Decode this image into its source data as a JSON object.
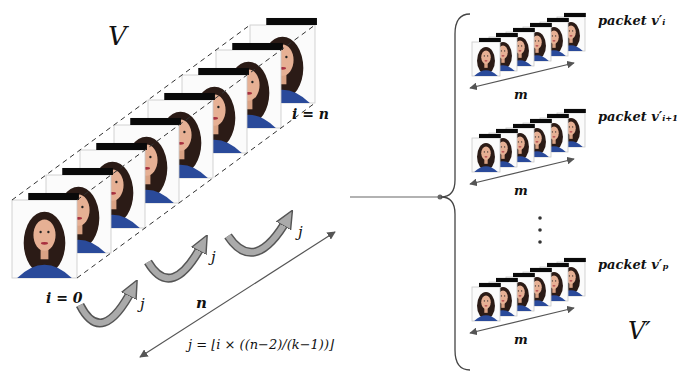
{
  "diagram": {
    "labels": [
      "V",
      "i = n",
      "j",
      "j",
      "j",
      "i = 0",
      "n",
      "j = ⌊i × ((n−2)/(k−1))⌋",
      "packet v′ᵢ",
      "m",
      "packet v′ᵢ₊₁",
      "m",
      "packet v′ₚ",
      "m",
      "V′"
    ]
  }
}
